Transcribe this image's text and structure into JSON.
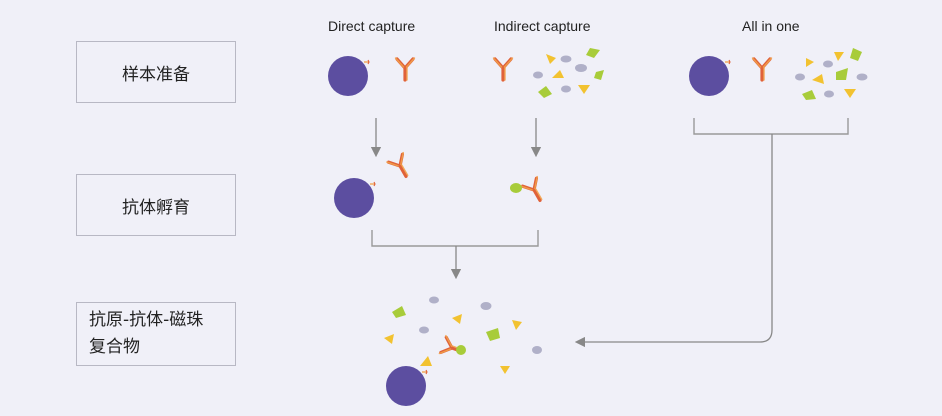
{
  "stages": [
    {
      "label": "样本准备"
    },
    {
      "label": "抗体孵育"
    },
    {
      "label_line1": "抗原-抗体-磁珠",
      "label_line2": "复合物"
    }
  ],
  "columns": [
    {
      "label": "Direct capture"
    },
    {
      "label": "Indirect capture"
    },
    {
      "label": "All in one"
    }
  ],
  "colors": {
    "bead": "#5c4ea0",
    "antibody_red": "#e0623a",
    "antibody_orange": "#f2a24a",
    "antigen_green": "#a8cc3a",
    "antigen_yellow": "#f2c230",
    "antigen_gray": "#b0b0c8",
    "arrow": "#888888",
    "bracket": "#999999",
    "box_border": "#b8b8c4",
    "background": "#f0f0f8"
  }
}
